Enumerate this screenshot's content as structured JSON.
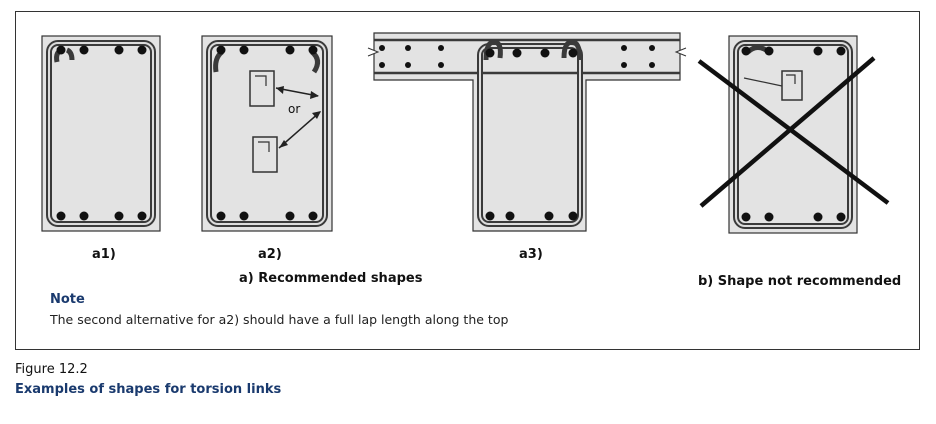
{
  "labels": {
    "a1": "a1)",
    "a2": "a2)",
    "a3": "a3)",
    "or": "or",
    "recommended": "a) Recommended shapes",
    "not_recommended": "b) Shape not recommended"
  },
  "note": {
    "title": "Note",
    "text": "The second alternative for a2) should have a full lap length along the top"
  },
  "figure": {
    "number": "Figure 12.2",
    "title": "Examples of shapes for torsion links"
  },
  "colors": {
    "concrete": "#e3e3e3",
    "outline": "#333333",
    "link": "#3a3a3a",
    "bar": "#111111",
    "accent": "#1a3a6e"
  }
}
